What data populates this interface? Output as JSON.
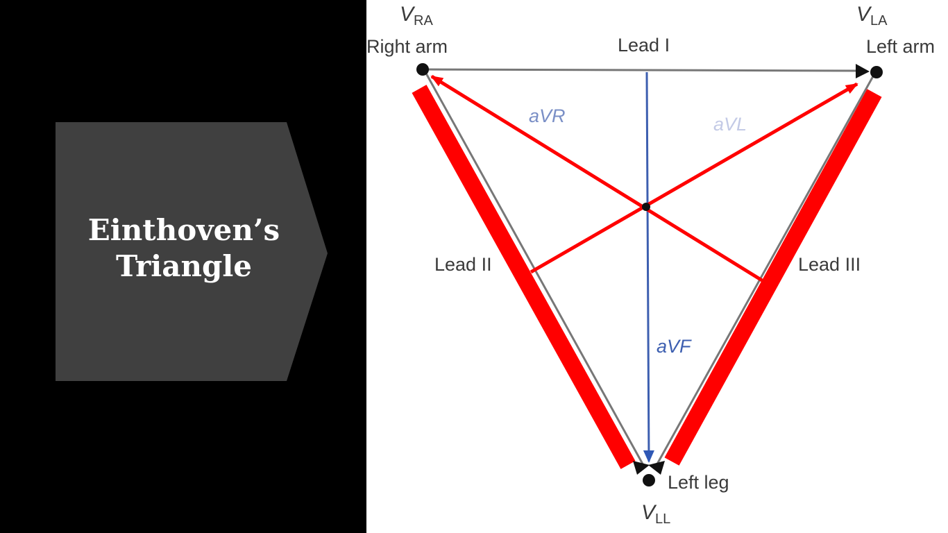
{
  "slide": {
    "title_line1": "Einthoven’s",
    "title_line2": "Triangle",
    "colors": {
      "background": "#000000",
      "chevron": "#404040",
      "title_text": "#ffffff",
      "diagram_bg": "#ffffff",
      "limb_lead_band": "#ff0000",
      "augmented_arrow": "#ff0000",
      "avf_line": "#3d5fb0",
      "label_text": "#3a3a3a"
    }
  },
  "diagram": {
    "nodes": {
      "right_arm": {
        "voltage_symbol": "V",
        "voltage_sub": "RA",
        "label": "Right arm"
      },
      "left_arm": {
        "voltage_symbol": "V",
        "voltage_sub": "LA",
        "label": "Left arm"
      },
      "left_leg": {
        "voltage_symbol": "V",
        "voltage_sub": "LL",
        "label": "Left leg"
      }
    },
    "leads": {
      "lead_i": "Lead I",
      "lead_ii": "Lead II",
      "lead_iii": "Lead III",
      "avr": "aVR",
      "avl": "aVL",
      "avf": "aVF"
    }
  }
}
